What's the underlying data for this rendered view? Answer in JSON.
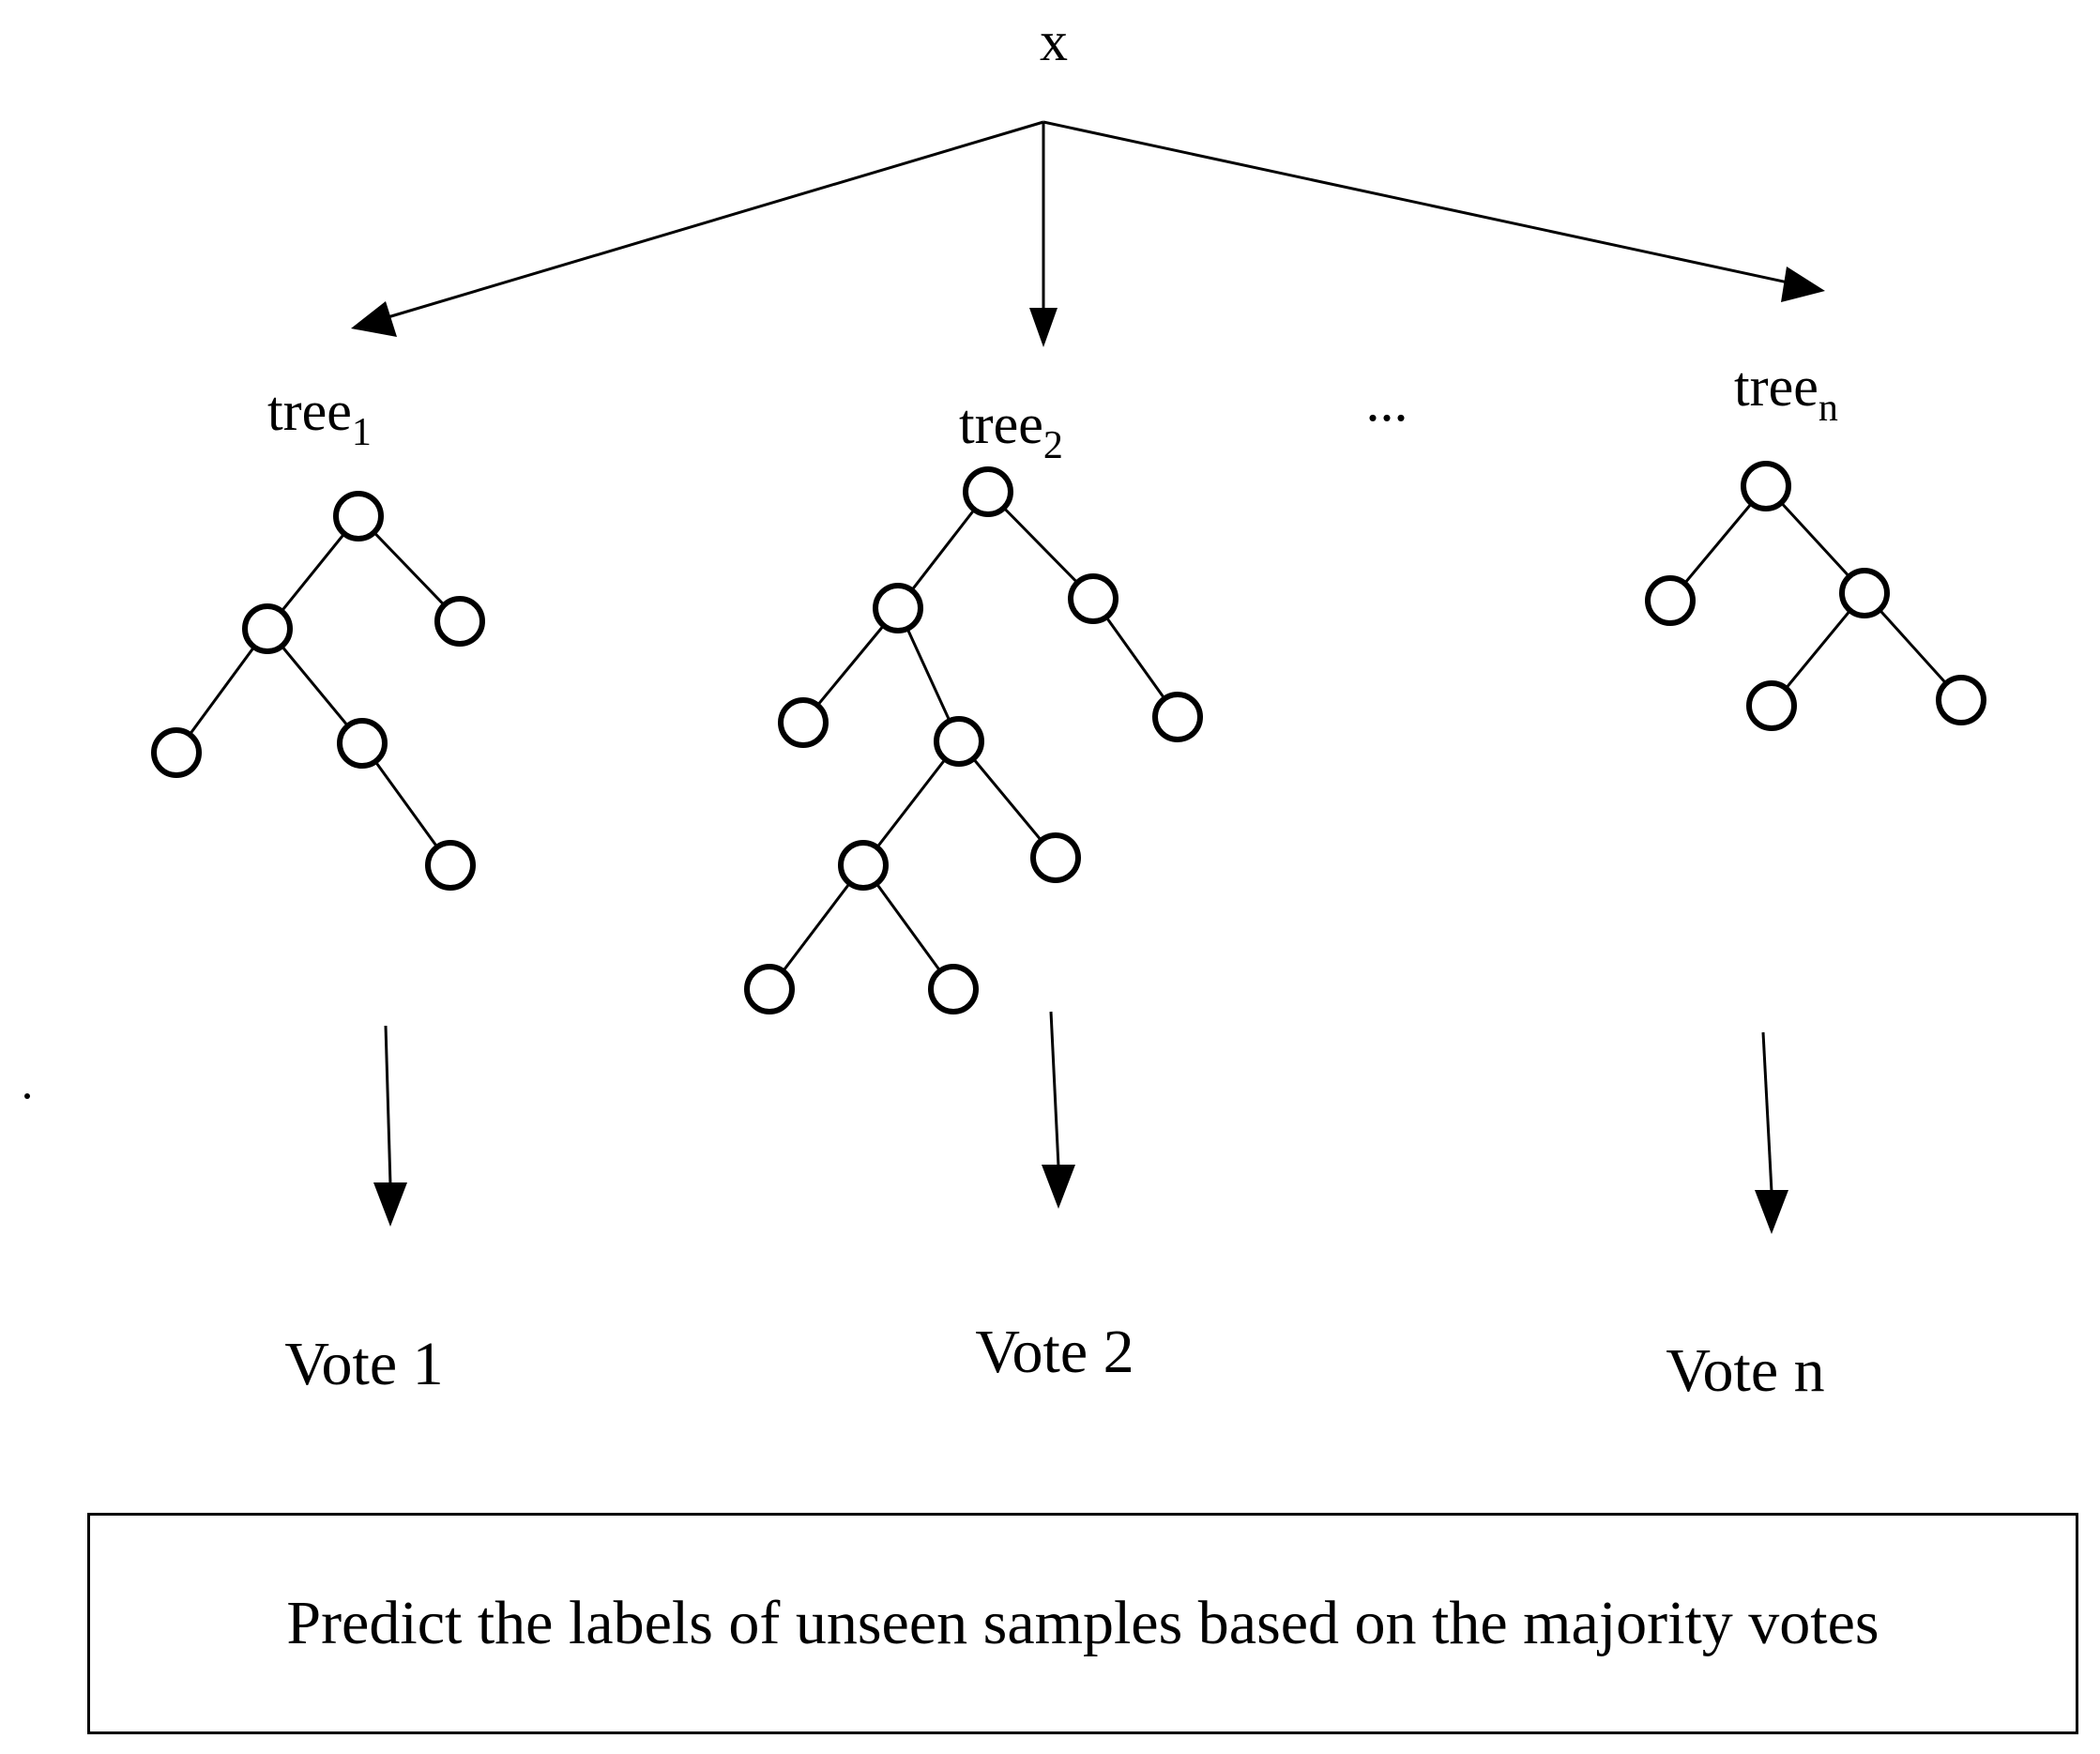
{
  "input_label": "x",
  "trees": [
    {
      "base": "tree",
      "sub": "1",
      "vote": "Vote 1"
    },
    {
      "base": "tree",
      "sub": "2",
      "vote": "Vote 2"
    },
    {
      "base": "tree",
      "sub": "n",
      "vote": "Vote n"
    }
  ],
  "ellipsis": "...",
  "summary": "Predict the labels of unseen samples based on the majority votes"
}
